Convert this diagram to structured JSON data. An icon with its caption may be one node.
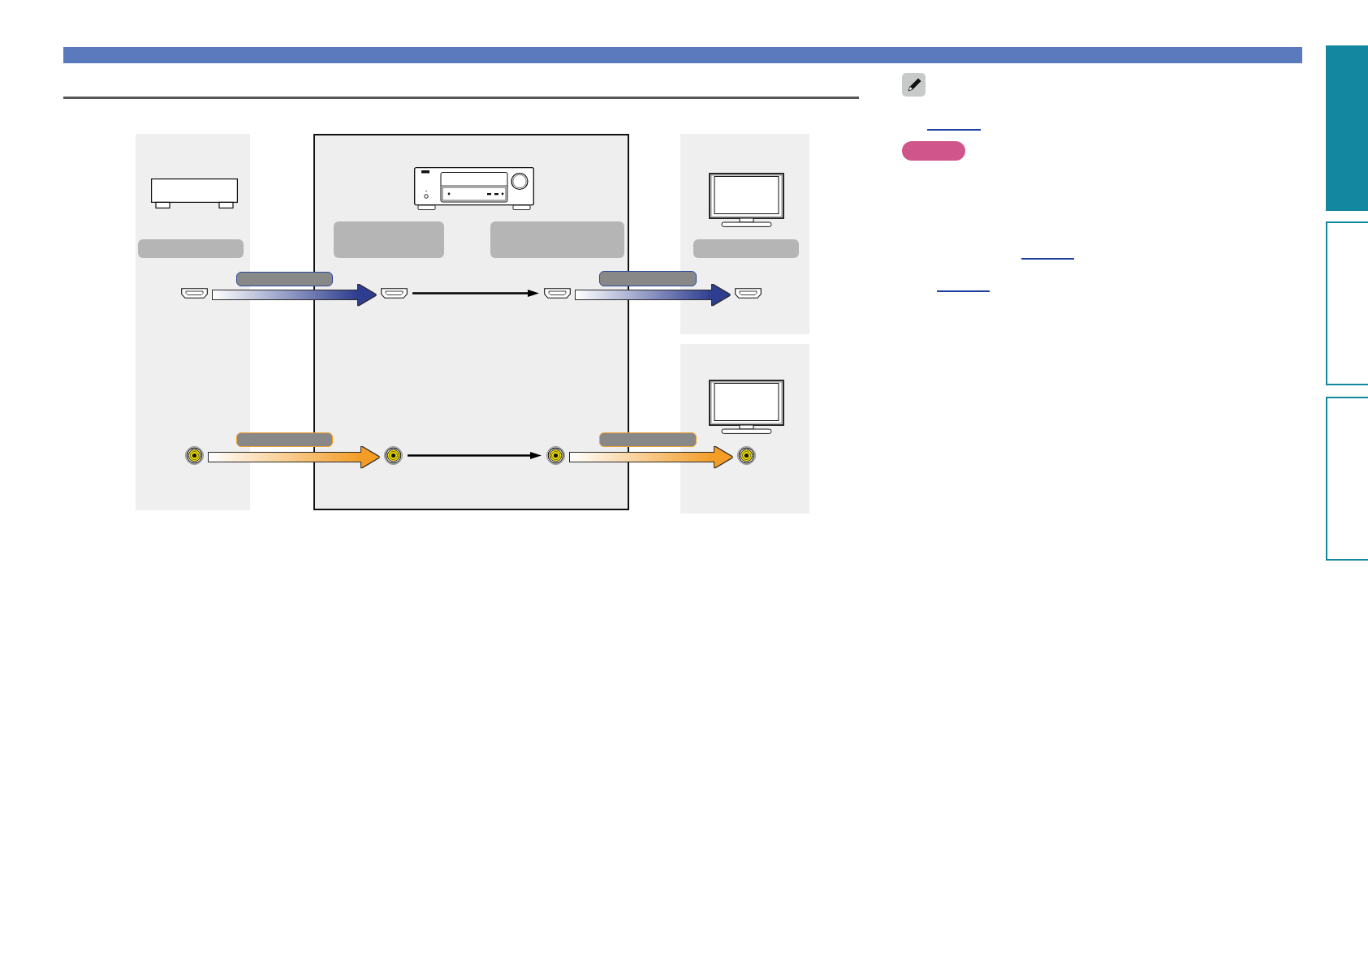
{
  "diagram": {
    "nodes": [
      {
        "text": [],
        "shape": "box"
      },
      {
        "text": [],
        "shape": "box",
        "in": 0
      },
      {
        "text": [],
        "shape": "box",
        "in": 0
      },
      {
        "text": [],
        "shape": "picture",
        "in": 0
      },
      {
        "text": [],
        "shape": "circle",
        "in": 0
      },
      {
        "text": [],
        "shape": "box"
      },
      {
        "text": [],
        "shape": "picture",
        "in": 5
      },
      {
        "text": [],
        "shape": "box",
        "in": 5
      },
      {
        "text": [],
        "shape": "box",
        "in": 5
      },
      {
        "text": [],
        "shape": "picture",
        "in": 5
      },
      {
        "text": [],
        "shape": "picture",
        "in": 5
      },
      {
        "text": [],
        "shape": "circle",
        "in": 5
      },
      {
        "text": [],
        "shape": "circle",
        "in": 5
      },
      {
        "text": [],
        "shape": "box"
      },
      {
        "text": [],
        "shape": "picture",
        "in": 13
      },
      {
        "text": [],
        "shape": "box",
        "in": 13
      },
      {
        "text": [],
        "shape": "picture",
        "in": 13
      },
      {
        "text": [],
        "shape": "box"
      },
      {
        "text": [],
        "shape": "picture",
        "in": 17
      },
      {
        "text": [],
        "shape": "circle",
        "in": 17
      },
      {
        "text": [],
        "shape": "box"
      },
      {
        "text": [],
        "shape": "box"
      },
      {
        "text": [],
        "shape": "box"
      },
      {
        "text": [],
        "shape": "box"
      },
      {
        "text": [],
        "shape": "box"
      },
      {
        "text": [],
        "shape": "box"
      },
      {
        "text": [],
        "shape": "box"
      },
      {
        "text": [],
        "shape": "box"
      }
    ],
    "edges": [
      {
        "from": 3,
        "to": 9,
        "arrow": "to",
        "style": "thick",
        "color": "#2e3d8f"
      },
      {
        "from": 9,
        "to": 10,
        "arrow": "to"
      },
      {
        "from": 10,
        "to": 16,
        "arrow": "to",
        "style": "thick",
        "color": "#2e3d8f"
      },
      {
        "from": 4,
        "to": 11,
        "arrow": "to",
        "style": "thick",
        "color": "#f39c26"
      },
      {
        "from": 11,
        "to": 12,
        "arrow": "to"
      },
      {
        "from": 12,
        "to": 19,
        "arrow": "to",
        "style": "thick",
        "color": "#f39c26"
      }
    ]
  }
}
